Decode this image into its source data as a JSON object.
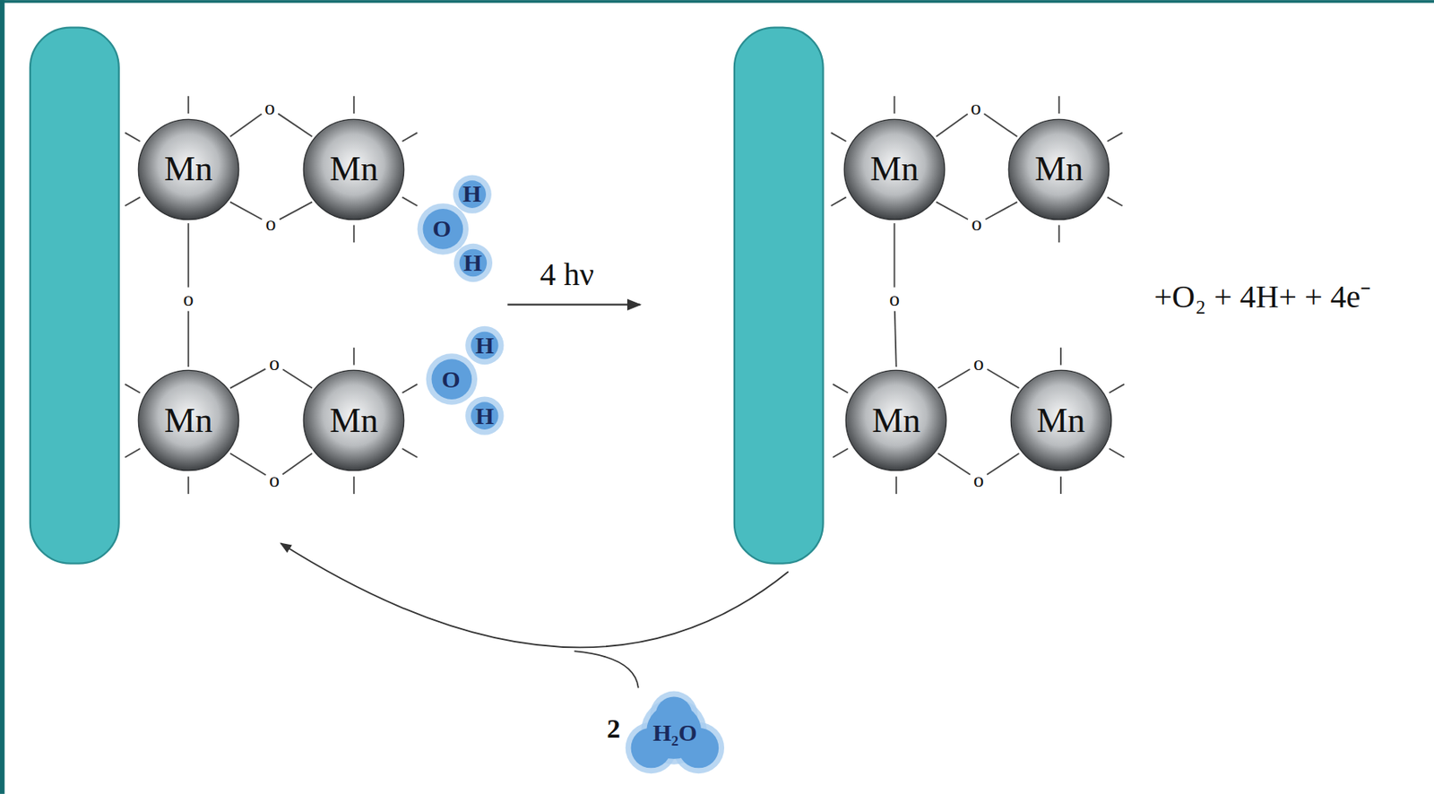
{
  "diagram": {
    "nodes": [
      {
        "text": [
          "Mn"
        ]
      },
      {
        "text": [
          "Mn"
        ]
      },
      {
        "text": [
          "Mn"
        ]
      },
      {
        "text": [
          "Mn"
        ]
      },
      {
        "text": [
          "H",
          "O",
          "H"
        ]
      },
      {
        "text": [
          "H",
          "O",
          "H"
        ]
      },
      {
        "text": [
          "Mn"
        ]
      },
      {
        "text": [
          "Mn"
        ]
      },
      {
        "text": [
          "Mn"
        ]
      },
      {
        "text": [
          "Mn"
        ]
      },
      {
        "text": [
          "H₂O"
        ]
      }
    ],
    "labels": [
      "o",
      "o",
      "o",
      "o",
      "o",
      "o",
      "o",
      "o",
      "o",
      "o",
      "4 hν",
      "+O₂ + 4H+ + 4e⁻",
      "2"
    ]
  }
}
